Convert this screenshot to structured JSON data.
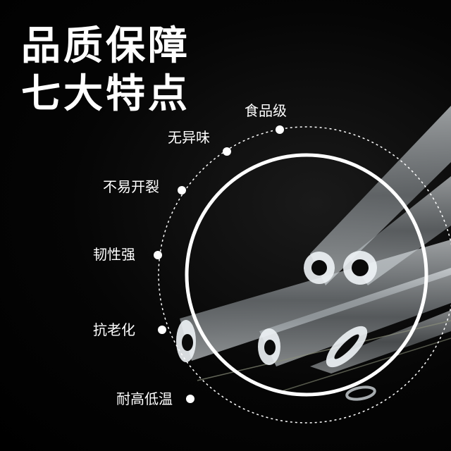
{
  "headline": {
    "line1": "品质保障",
    "line2": "七大特点"
  },
  "features": [
    "食品级",
    "无异味",
    "不易开裂",
    "韧性强",
    "抗老化",
    "耐高低温"
  ],
  "colors": {
    "background": "#000000",
    "text": "#ffffff",
    "ring": "#ffffff",
    "tube": "#dfe6ea"
  }
}
